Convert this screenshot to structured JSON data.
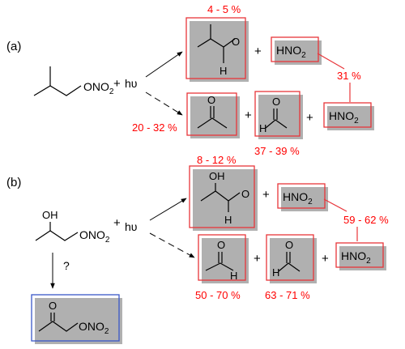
{
  "part_a": {
    "label": "(a)",
    "reactant_text": "ONO",
    "reactant_sub": "2",
    "plus": "+",
    "hv": "hυ",
    "products": {
      "aldehyde_O": "O",
      "aldehyde_H": "H",
      "hno2_1": {
        "main": "HNO",
        "sub": "2"
      },
      "acetone_O": "O",
      "formaldehyde_O": "O",
      "formaldehyde_H": "H",
      "hno2_2": {
        "main": "HNO",
        "sub": "2"
      }
    },
    "yields": {
      "aldehyde": "4 - 5 %",
      "hno2": "31 %",
      "acetone": "20 - 32 %",
      "formaldehyde": "37 - 39 %"
    }
  },
  "part_b": {
    "label": "(b)",
    "reactant_OH": "OH",
    "reactant_text": "ONO",
    "reactant_sub": "2",
    "plus": "+",
    "hv": "hυ",
    "question": "?",
    "side_product": {
      "O": "O",
      "text": "ONO",
      "sub": "2"
    },
    "products": {
      "hydroxy_aldehyde_OH": "OH",
      "hydroxy_aldehyde_O": "O",
      "hydroxy_aldehyde_H": "H",
      "hno2_1": {
        "main": "HNO",
        "sub": "2"
      },
      "acetaldehyde_O": "O",
      "acetaldehyde_H": "H",
      "formaldehyde_O": "O",
      "formaldehyde_H": "H",
      "hno2_2": {
        "main": "HNO",
        "sub": "2"
      }
    },
    "yields": {
      "hydroxy_aldehyde": "8 - 12 %",
      "hno2": "59 - 62 %",
      "acetaldehyde": "50 - 70 %",
      "formaldehyde": "63 - 71 %"
    }
  },
  "colors": {
    "yield_text": "#ff0000",
    "product_box": "#e8353a",
    "side_box": "#3a57c8"
  }
}
